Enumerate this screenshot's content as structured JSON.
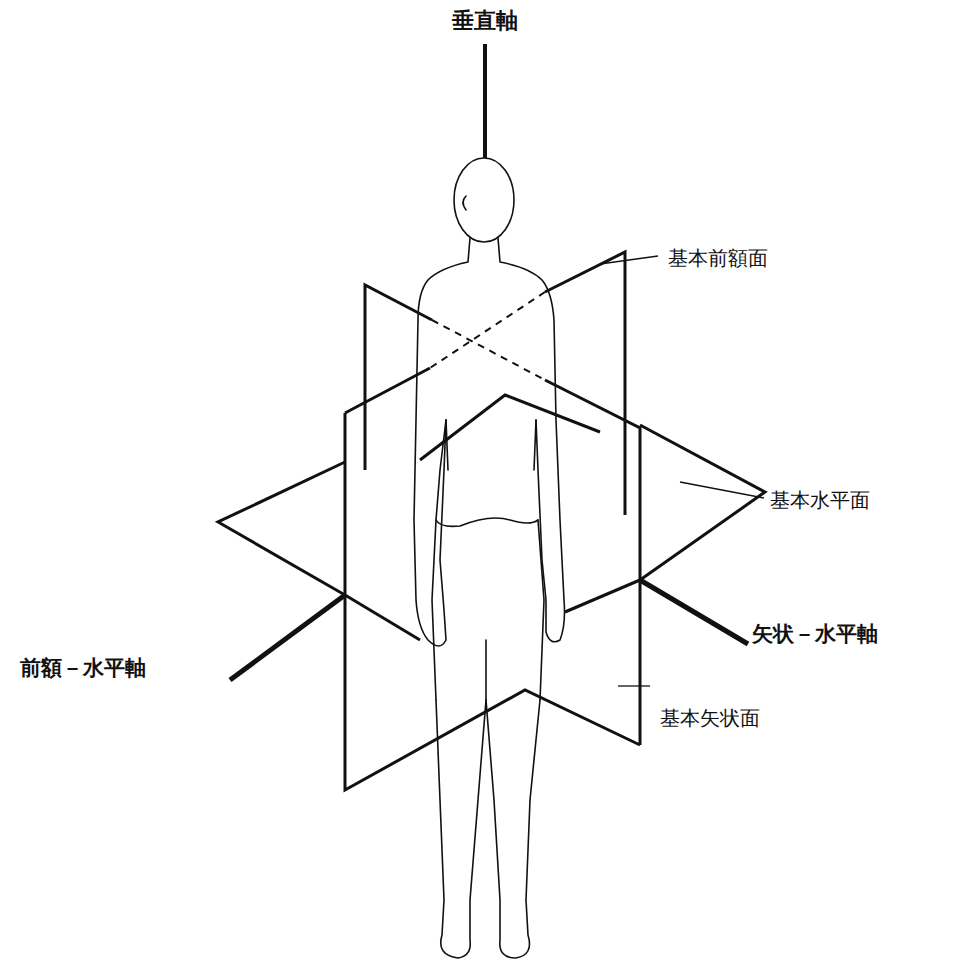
{
  "diagram": {
    "labels": [
      "垂直軸",
      "基本前額面",
      "基本水平面",
      "矢状－水平軸",
      "前額－水平軸",
      "基本矢状面"
    ]
  }
}
